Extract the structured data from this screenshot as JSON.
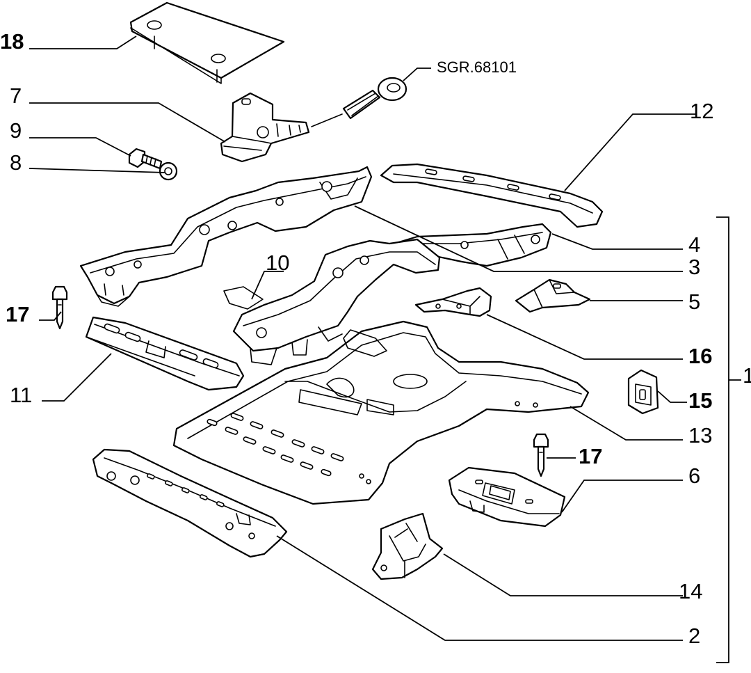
{
  "diagram": {
    "labels": {
      "l18": "18",
      "l7": "7",
      "l9": "9",
      "l8": "8",
      "lsgr": "SGR.68101",
      "l12": "12",
      "l4": "4",
      "l3": "3",
      "l10": "10",
      "l5": "5",
      "l17a": "17",
      "l16": "16",
      "l1": "1",
      "l11": "11",
      "l15": "15",
      "l13": "13",
      "l17b": "17",
      "l6": "6",
      "l14": "14",
      "l2": "2"
    }
  }
}
